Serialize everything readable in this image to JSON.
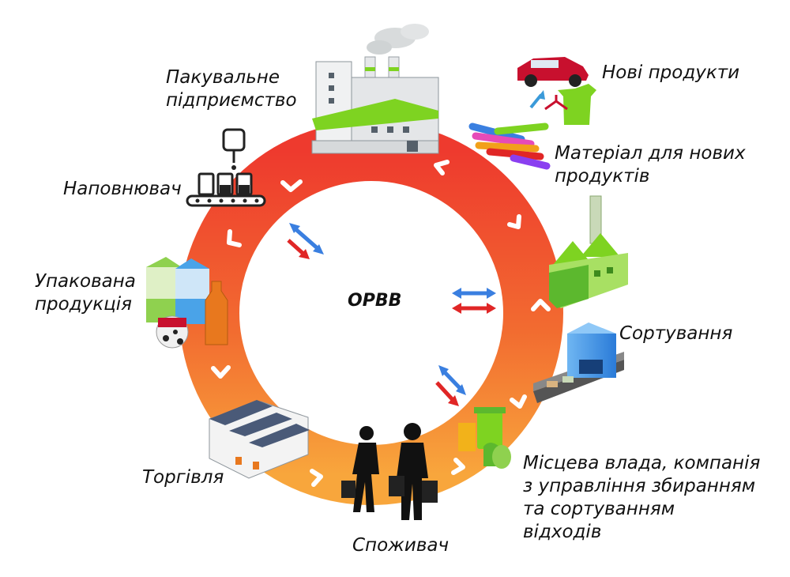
{
  "center_label": "ОРВВ",
  "labels": {
    "packaging": [
      "Пакувальне",
      "підприємство"
    ],
    "new_products": "Нові продукти",
    "material": [
      "Матеріал для нових",
      "продуктів"
    ],
    "filler": "Наповнювач",
    "packaged": [
      "Упакована",
      "продукція"
    ],
    "sorting": "Сортування",
    "trade": "Торгівля",
    "consumer": "Споживач",
    "authority": [
      "Місцева влада, компанія",
      "з управління збиранням",
      "та сортуванням",
      "відходів"
    ]
  },
  "colors": {
    "ring_top": "#ee3a2e",
    "ring_bottom": "#f7a23a",
    "arrow_blue": "#3a7fe0",
    "arrow_red": "#e02626",
    "factory_green": "#7ed321"
  }
}
